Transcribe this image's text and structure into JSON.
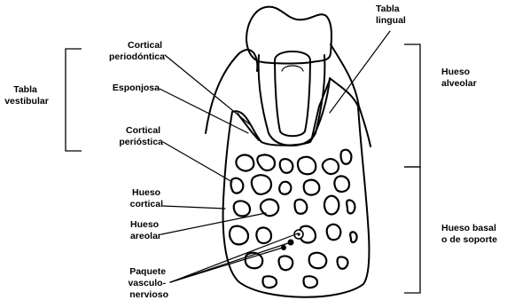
{
  "labels": {
    "tabla_lingual": [
      "Tabla",
      "lingual"
    ],
    "tabla_vestibular": [
      "Tabla",
      "vestibular"
    ],
    "cortical_periodontica": [
      "Cortical",
      "periodóntica"
    ],
    "esponjosa": "Esponjosa",
    "cortical_periostica": [
      "Cortical",
      "perióstica"
    ],
    "hueso_cortical": [
      "Hueso",
      "cortical"
    ],
    "hueso_areolar": [
      "Hueso",
      "areolar"
    ],
    "paquete": [
      "Paquete",
      "vasculo-",
      "nervioso"
    ],
    "hueso_alveolar": [
      "Hueso",
      "alveolar"
    ],
    "hueso_basal": [
      "Hueso basal",
      "o de soporte"
    ]
  }
}
